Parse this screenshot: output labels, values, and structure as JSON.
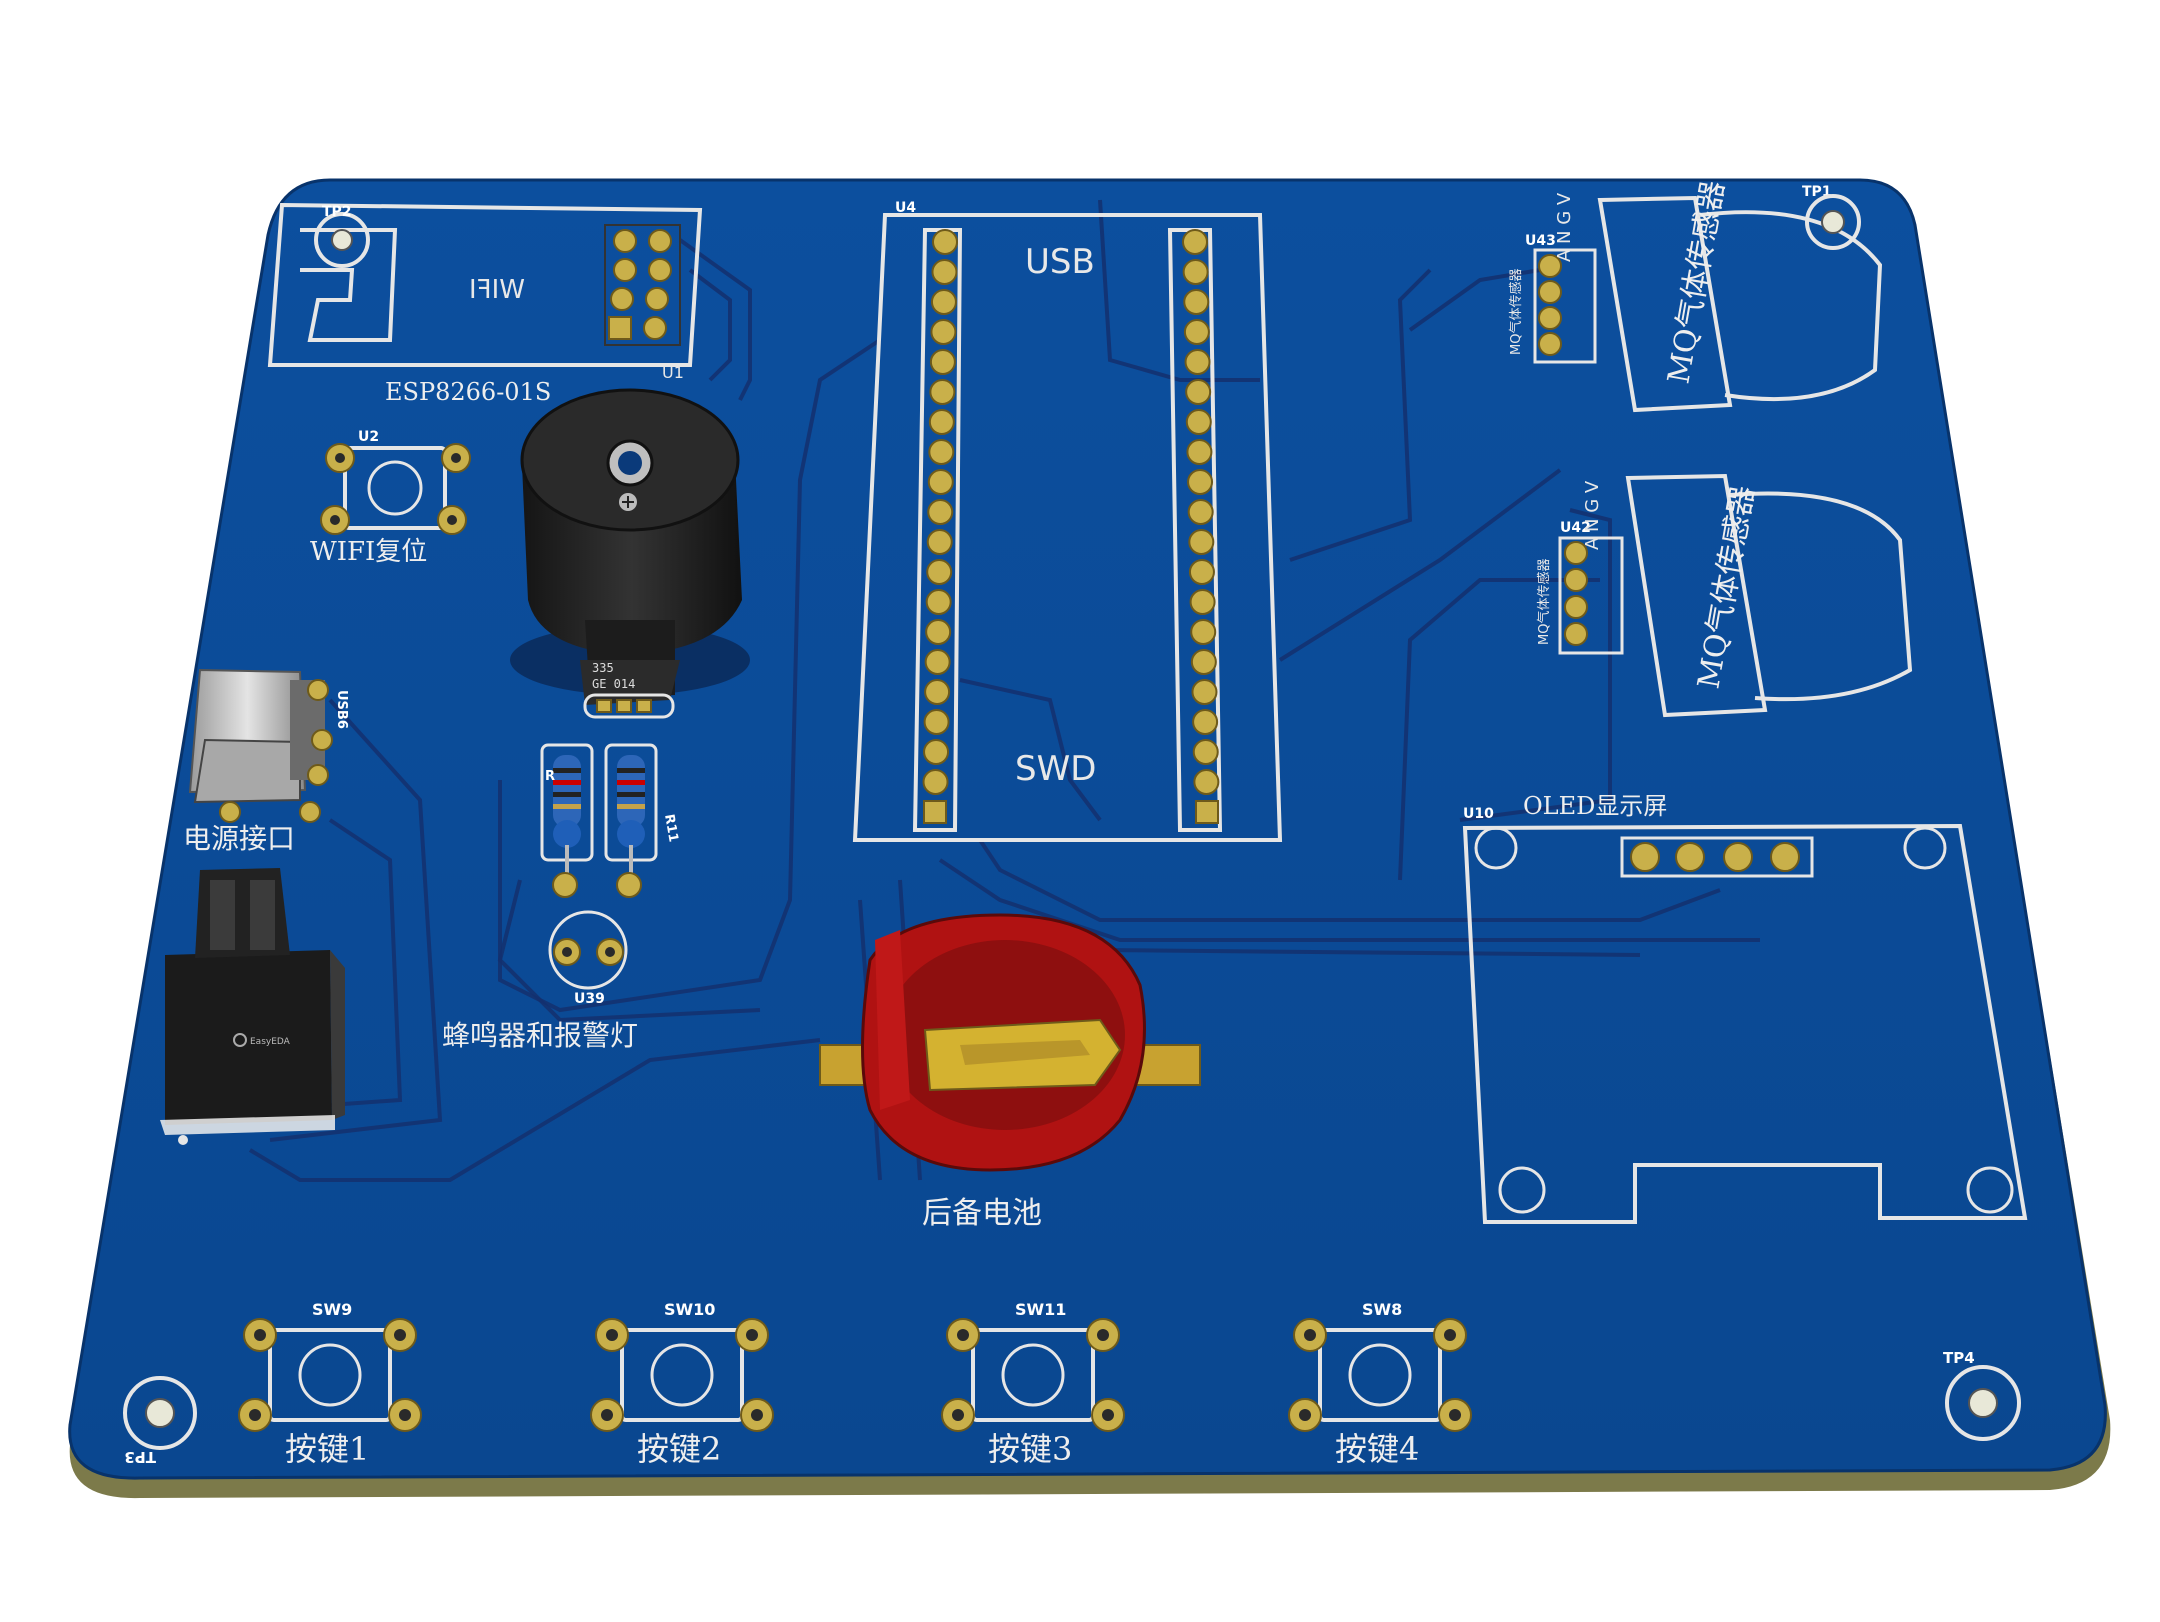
{
  "board": {
    "wifi_module": {
      "silk_text": "WIFI",
      "designator": "U1",
      "part": "ESP8266-01S"
    },
    "wifi_reset": {
      "designator": "U2",
      "label": "WIFI复位"
    },
    "mcu": {
      "designator": "U4",
      "top_label": "USB",
      "bottom_label": "SWD"
    },
    "usb_port": {
      "designator": "USB6",
      "label": "电源接口"
    },
    "buzzer": {
      "designator": "U39",
      "label": "蜂鸣器和报警灯",
      "body_text_1": "335",
      "body_text_2": "GE 014"
    },
    "resistors": [
      {
        "designator": "R"
      },
      {
        "designator": "R11"
      }
    ],
    "battery": {
      "label": "后备电池"
    },
    "oled": {
      "designator": "U10",
      "label": "OLED显示屏"
    },
    "gas_sensors": [
      {
        "designator": "U43",
        "label": "MQ气体传感器",
        "pins": "A N G V",
        "small_label": "MQ气体传感器"
      },
      {
        "designator": "U42",
        "label": "MQ气体传感器",
        "pins": "A N G V",
        "small_label": "MQ气体传感器"
      }
    ],
    "switches": [
      {
        "designator": "SW9",
        "label": "按键1"
      },
      {
        "designator": "SW10",
        "label": "按键2"
      },
      {
        "designator": "SW11",
        "label": "按键3"
      },
      {
        "designator": "SW8",
        "label": "按键4"
      }
    ],
    "test_points": [
      "TP1",
      "TP2",
      "TP3",
      "TP4"
    ],
    "relay_text": "EasyEDA"
  },
  "colors": {
    "board": "#0a4c9a",
    "board_edge": "#7c7a4a",
    "silk": "#e6e6e6",
    "pad": "#c9b04a",
    "battery_holder": "#b01212"
  }
}
